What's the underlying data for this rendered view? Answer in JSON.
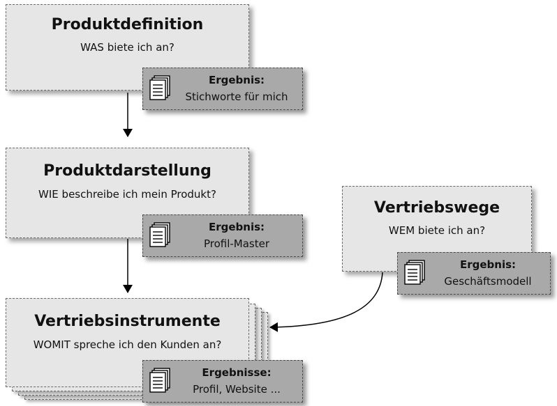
{
  "nodes": {
    "produktdefinition": {
      "title": "Produktdefinition",
      "question": "WAS biete ich an?",
      "result_label": "Ergebnis:",
      "result_value": "Stichworte für mich"
    },
    "produktdarstellung": {
      "title": "Produktdarstellung",
      "question": "WIE beschreibe ich mein Produkt?",
      "result_label": "Ergebnis:",
      "result_value": "Profil-Master"
    },
    "vertriebswege": {
      "title": "Vertriebswege",
      "question": "WEM biete ich an?",
      "result_label": "Ergebnis:",
      "result_value": "Geschäftsmodell"
    },
    "vertriebsinstrumente": {
      "title": "Vertriebsinstrumente",
      "question": "WOMIT spreche ich den Kunden an?",
      "result_label": "Ergebnisse:",
      "result_value": "Profil, Website ..."
    }
  },
  "colors": {
    "box_fill": "#e6e6e6",
    "result_fill": "#a9a9a9",
    "arrow": "#000000"
  },
  "icons": [
    "document-stack-icon"
  ]
}
